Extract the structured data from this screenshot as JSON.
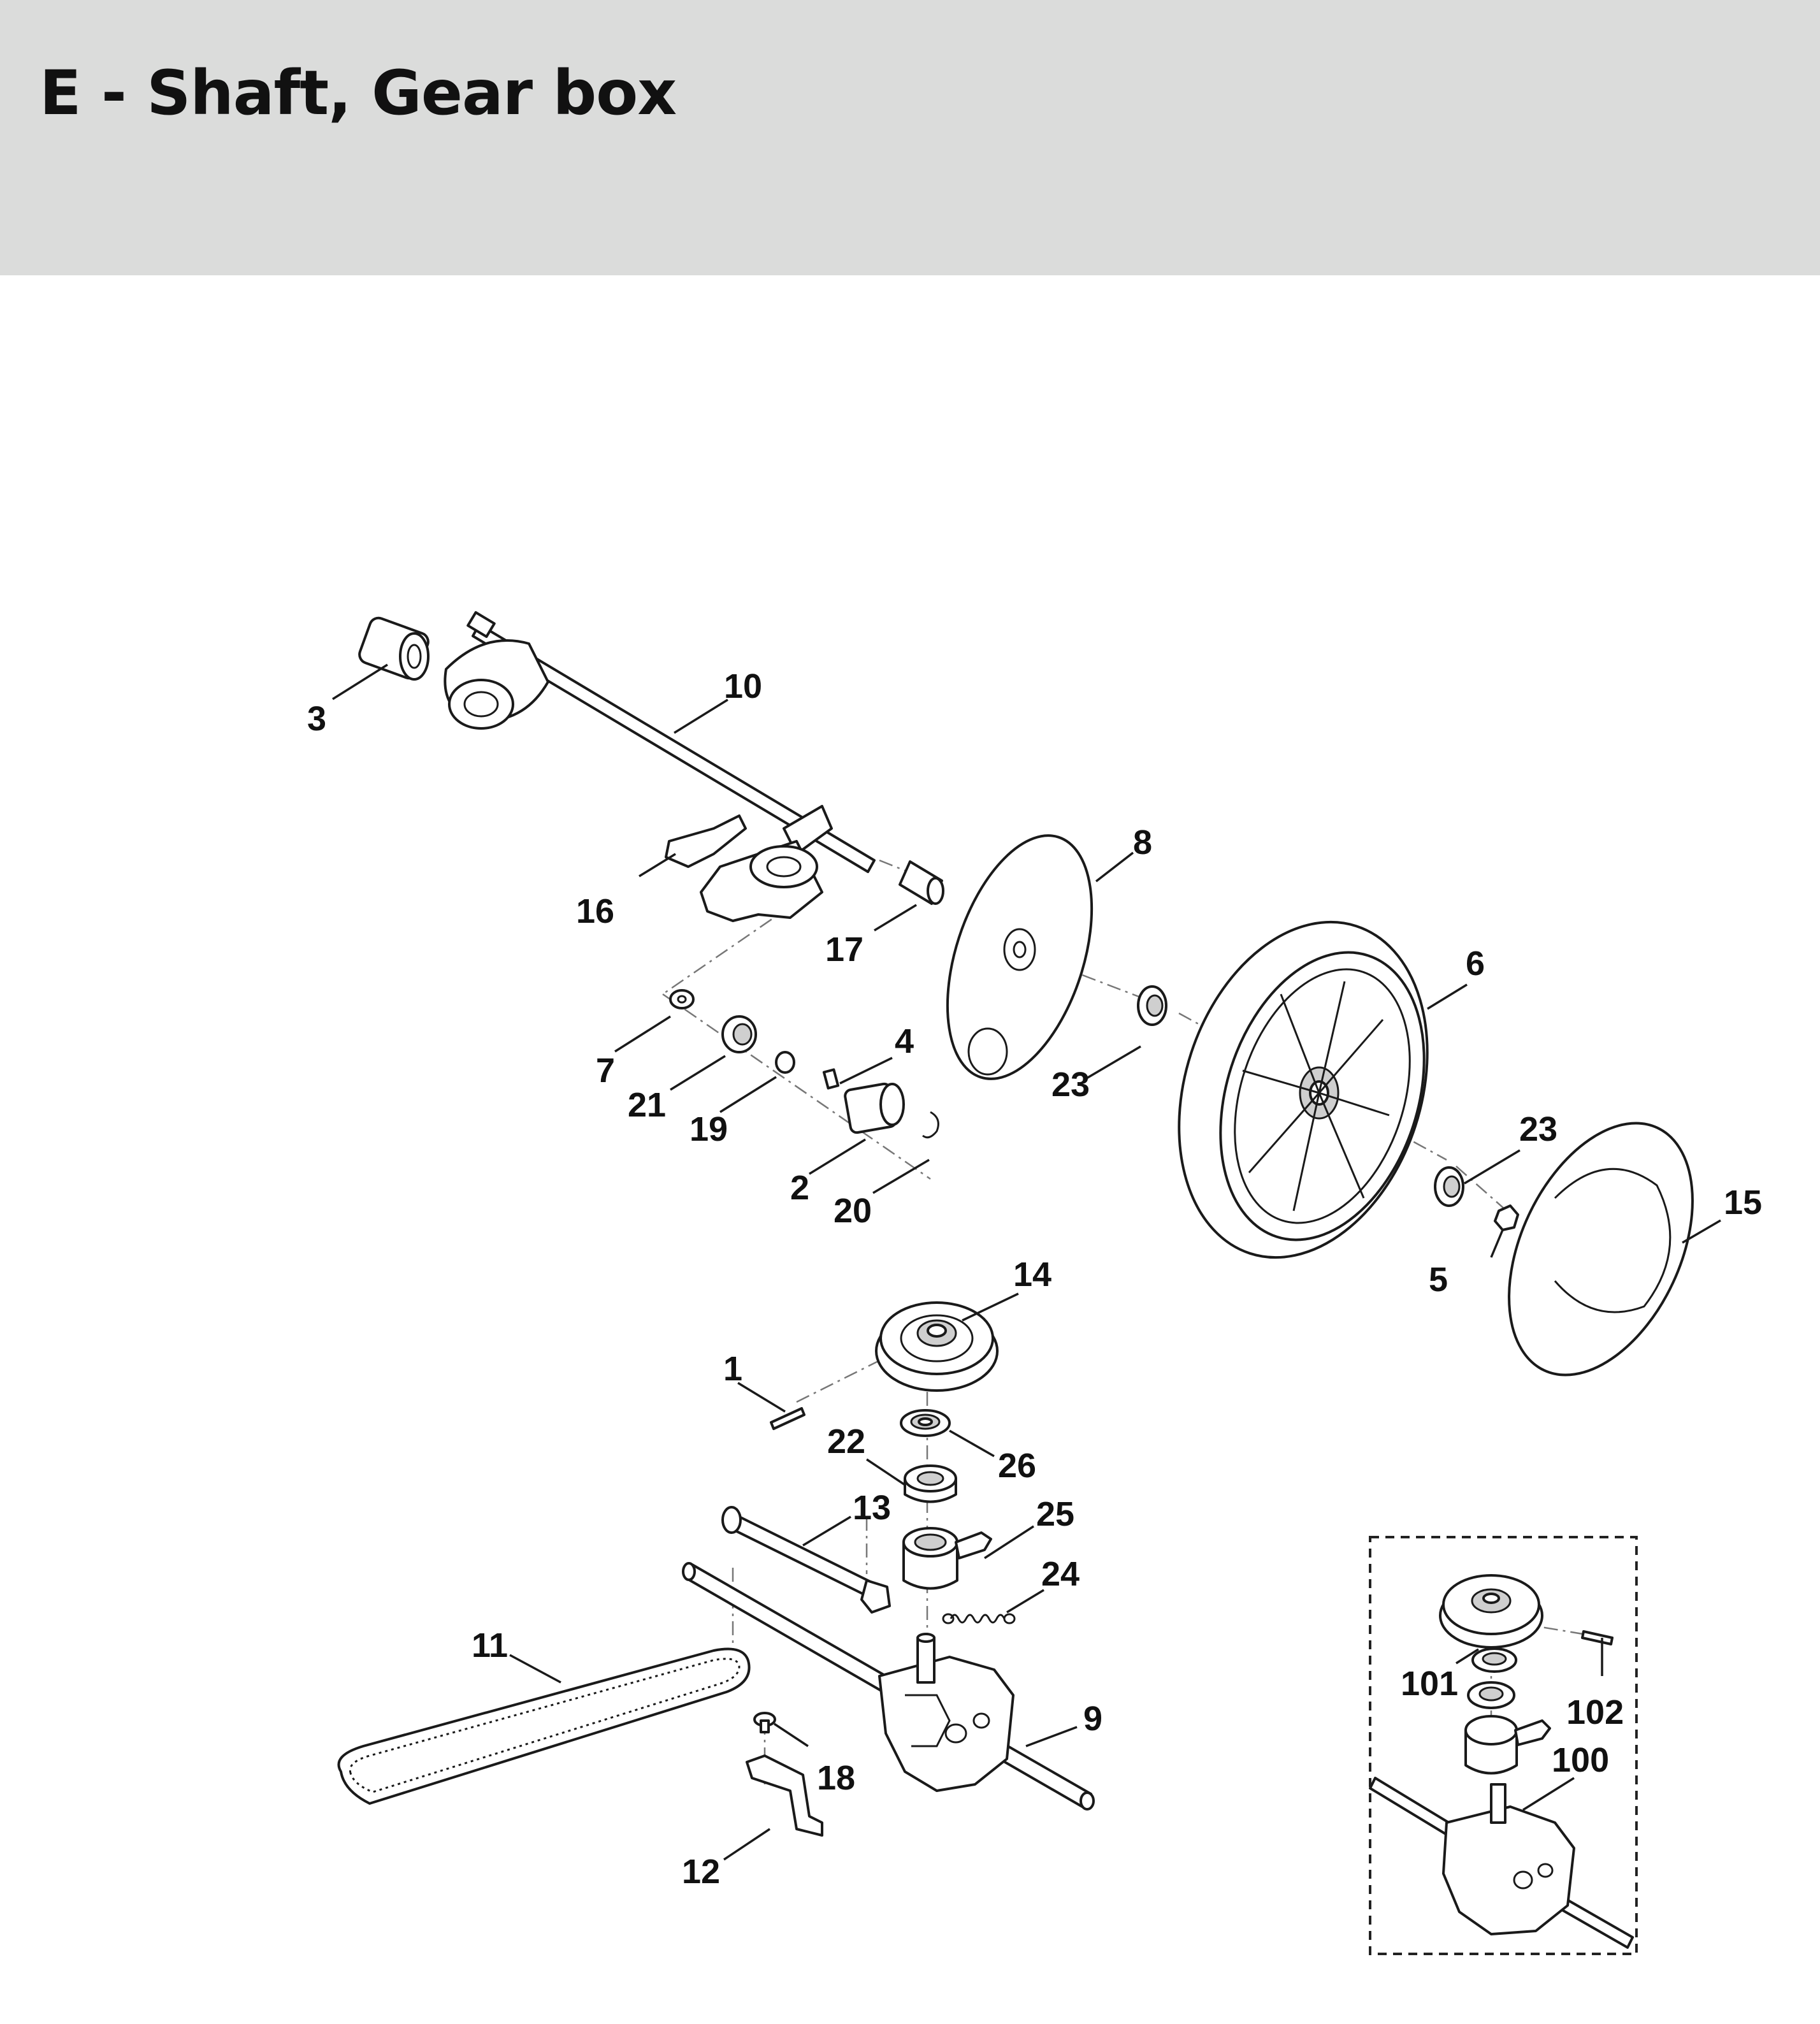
{
  "header": {
    "title": "E - Shaft, Gear box"
  },
  "colors": {
    "header_background": "#dbdcdb",
    "line_art": "#1a1a1a",
    "text": "#111111"
  },
  "callouts": {
    "c1": "1",
    "c2": "2",
    "c3": "3",
    "c4": "4",
    "c5": "5",
    "c6": "6",
    "c7": "7",
    "c8": "8",
    "c9": "9",
    "c10": "10",
    "c11": "11",
    "c12": "12",
    "c13": "13",
    "c14": "14",
    "c15": "15",
    "c16": "16",
    "c17": "17",
    "c18": "18",
    "c19": "19",
    "c20": "20",
    "c21": "21",
    "c22": "22",
    "c23a": "23",
    "c23b": "23",
    "c24": "24",
    "c25": "25",
    "c26": "26",
    "c100": "100",
    "c101": "101",
    "c102": "102"
  }
}
